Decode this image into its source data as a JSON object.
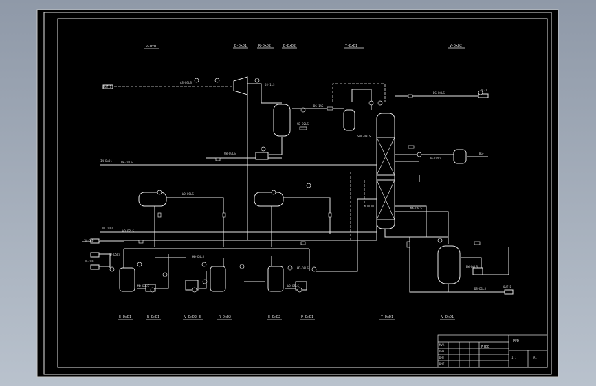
{
  "top_labels": [
    {
      "id": "t1",
      "text": "V-DxD1"
    },
    {
      "id": "t2",
      "text": "D-DxD1"
    },
    {
      "id": "t3",
      "text": "R-DxD2"
    },
    {
      "id": "t4",
      "text": "D-DxD2"
    },
    {
      "id": "t5",
      "text": "T-DxD1"
    },
    {
      "id": "t6",
      "text": "V-DxD2"
    }
  ],
  "bottom_labels": [
    {
      "id": "b1",
      "text": "E-DxD1"
    },
    {
      "id": "b2",
      "text": "R-DxD1"
    },
    {
      "id": "b3",
      "text": "V-DxD2 E"
    },
    {
      "id": "b4",
      "text": "R-DxD2"
    },
    {
      "id": "b5",
      "text": "E-DxD2"
    },
    {
      "id": "b6",
      "text": "P-DxD1"
    },
    {
      "id": "b7",
      "text": "T-DxD1"
    },
    {
      "id": "b8",
      "text": "V-DxD1"
    }
  ],
  "line_labels": [
    {
      "id": "l1",
      "text": "AS-D3LS"
    },
    {
      "id": "l2",
      "text": "DS-1LS"
    },
    {
      "id": "l3",
      "text": "DG-1AS"
    },
    {
      "id": "l4",
      "text": "SOL-D3LS"
    },
    {
      "id": "l5",
      "text": "DG-D4LS"
    },
    {
      "id": "l6",
      "text": "CW-D1LS"
    },
    {
      "id": "l7",
      "text": "CW-D3LS"
    },
    {
      "id": "l8",
      "text": "SD-D2LS"
    },
    {
      "id": "l9",
      "text": "MA-D2LS"
    },
    {
      "id": "l10",
      "text": "MA-D6LS"
    },
    {
      "id": "l11",
      "text": "WD-D1LS"
    },
    {
      "id": "l12",
      "text": "WD-D2LS"
    },
    {
      "id": "l13",
      "text": "HD-D4LS"
    },
    {
      "id": "l14",
      "text": "HD-D5LS"
    },
    {
      "id": "l15",
      "text": "MD-D3LS"
    },
    {
      "id": "l16",
      "text": "HD-D8LS"
    },
    {
      "id": "l17",
      "text": "WD-D5LS"
    },
    {
      "id": "l18",
      "text": "DS-D1LS"
    },
    {
      "id": "l19",
      "text": "BW-D4LS"
    }
  ],
  "stream_labels": [
    {
      "id": "s1",
      "text": "DC-1"
    },
    {
      "id": "s2",
      "text": "BG-T"
    },
    {
      "id": "s3",
      "text": "IN DxD1"
    },
    {
      "id": "s4",
      "text": "IN DxD1"
    },
    {
      "id": "s5",
      "text": "IN-DxD"
    },
    {
      "id": "s6",
      "text": "IN-DxD"
    },
    {
      "id": "s7",
      "text": "OUT-1"
    },
    {
      "id": "s8",
      "text": "OUT-D"
    }
  ],
  "title_block": {
    "col1": [
      "MVA",
      "OHA",
      "DHT",
      "DHT"
    ],
    "project": "MTBE",
    "subtitle": "PFD",
    "scale": "1:1",
    "sheet": "A1"
  }
}
